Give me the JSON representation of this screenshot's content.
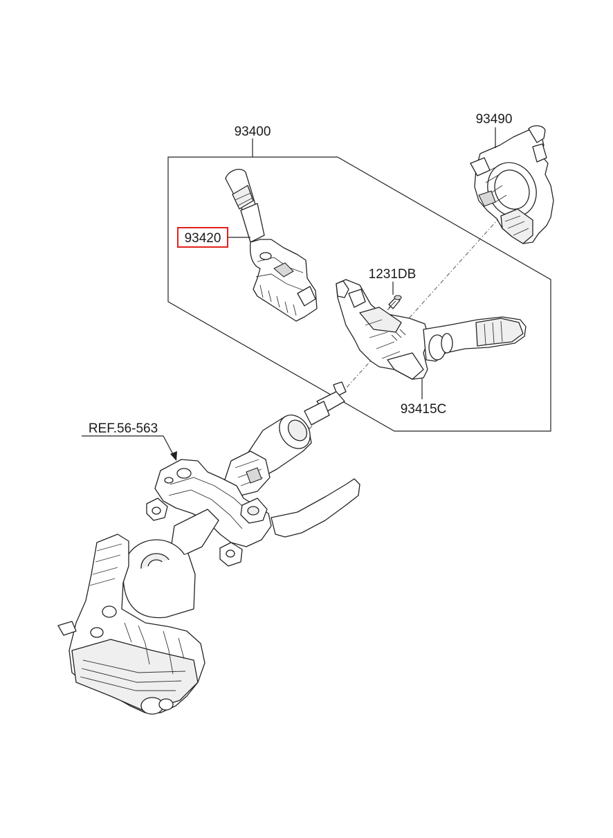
{
  "labels": {
    "assembly": "93400",
    "clock_spring": "93490",
    "highlighted_part": "93420",
    "screw": "1231DB",
    "switch_body": "93415C",
    "reference": "REF.56-563"
  },
  "colors": {
    "highlight": "#e0211b",
    "line": "#222222",
    "background": "#ffffff"
  }
}
